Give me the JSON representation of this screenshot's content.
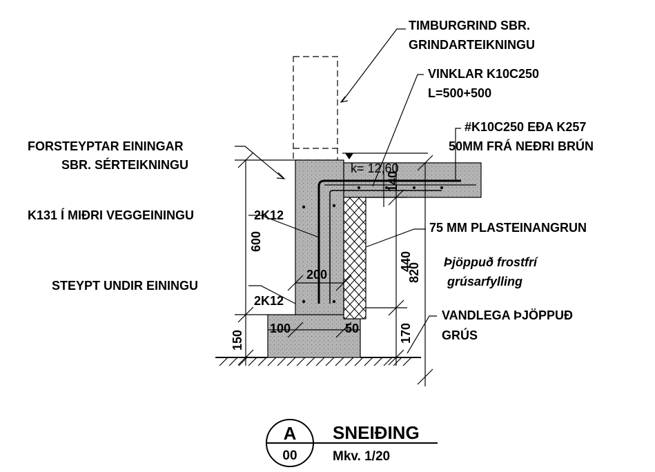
{
  "labels": {
    "timber_frame_1": "TIMBURGRIND SBR.",
    "timber_frame_2": "GRINDARTEIKNINGU",
    "angles_1": "VINKLAR K10C250",
    "angles_2": "L=500+500",
    "slab_rebar_1": "#K10C250 EÐA K257",
    "slab_rebar_2": "50MM FRÁ NEÐRI BRÚN",
    "precast_1": "FORSTEYPTAR EININGAR",
    "precast_2": "SBR. SÉRTEIKNINGU",
    "mid_wall": "K131 Í MIÐRI VEGGEININGU",
    "insulation": "75 MM PLASTEINANGRUN",
    "cast_under": "STEYPT UNDIR EININGU",
    "fill_1": "Þjöppuð frostfrí",
    "fill_2": "grúsarfylling",
    "gravel_1": "VANDLEGA ÞJÖPPUÐ",
    "gravel_2": "GRÚS"
  },
  "rebar_labels": {
    "top": "2K12",
    "bottom": "2K12"
  },
  "elevation": "k= 12,60",
  "dimensions": {
    "d600": "600",
    "d150": "150",
    "d440": "440",
    "d820": "820",
    "d170": "170",
    "d140": "140",
    "d200": "200",
    "d100": "100",
    "d50": "50"
  },
  "title_block": {
    "letter": "A",
    "sheet": "00",
    "title": "SNEIÐING",
    "scale": "Mkv. 1/20"
  }
}
